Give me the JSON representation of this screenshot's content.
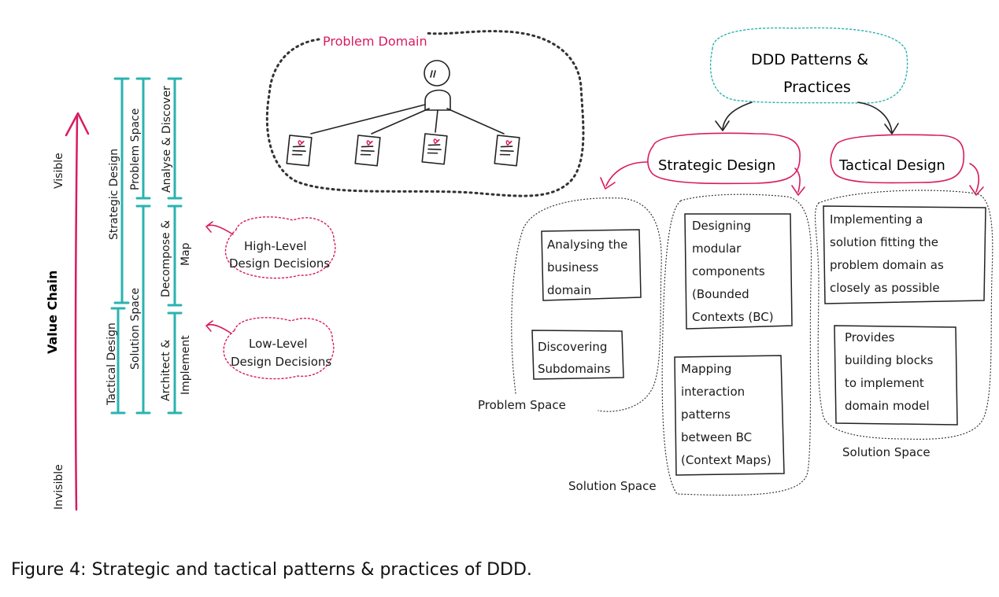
{
  "caption": "Figure 4: Strategic and tactical patterns & practices of DDD.",
  "value_chain": {
    "axis_label": "Value Chain",
    "top_label": "Visible",
    "bottom_label": "Invisible"
  },
  "columns": {
    "design": [
      "Strategic Design",
      "Tactical Design"
    ],
    "space": [
      "Problem Space",
      "Solution Space"
    ],
    "activity": [
      "Analyse & Discover",
      "Decompose &",
      "Map",
      "Architect &",
      "Implement"
    ]
  },
  "decisions": {
    "high": [
      "High-Level",
      "Design Decisions"
    ],
    "low": [
      "Low-Level",
      "Design Decisions"
    ]
  },
  "problem_domain": {
    "label": "Problem Domain"
  },
  "root": {
    "lines": [
      "DDD Patterns &",
      "Practices"
    ]
  },
  "branches": {
    "strategic": "Strategic Design",
    "tactical": "Tactical Design"
  },
  "boxes": {
    "analysing": [
      "Analysing the",
      "business",
      "domain"
    ],
    "discovering": [
      "Discovering",
      "Subdomains"
    ],
    "designing": [
      "Designing",
      "modular",
      "components",
      "(Bounded",
      "Contexts (BC)"
    ],
    "mapping": [
      "Mapping",
      "interaction",
      "patterns",
      "between BC",
      "(Context Maps)"
    ],
    "implementing": [
      "Implementing a",
      "solution fitting the",
      "problem domain as",
      "closely as possible"
    ],
    "provides": [
      "Provides",
      "building blocks",
      "to implement",
      "domain model"
    ]
  },
  "space_labels": {
    "problem": "Problem Space",
    "solution_mid": "Solution Space",
    "solution_right": "Solution Space"
  },
  "colors": {
    "pink": "#d81b60",
    "teal": "#2ab3b0",
    "ink": "#222222"
  }
}
